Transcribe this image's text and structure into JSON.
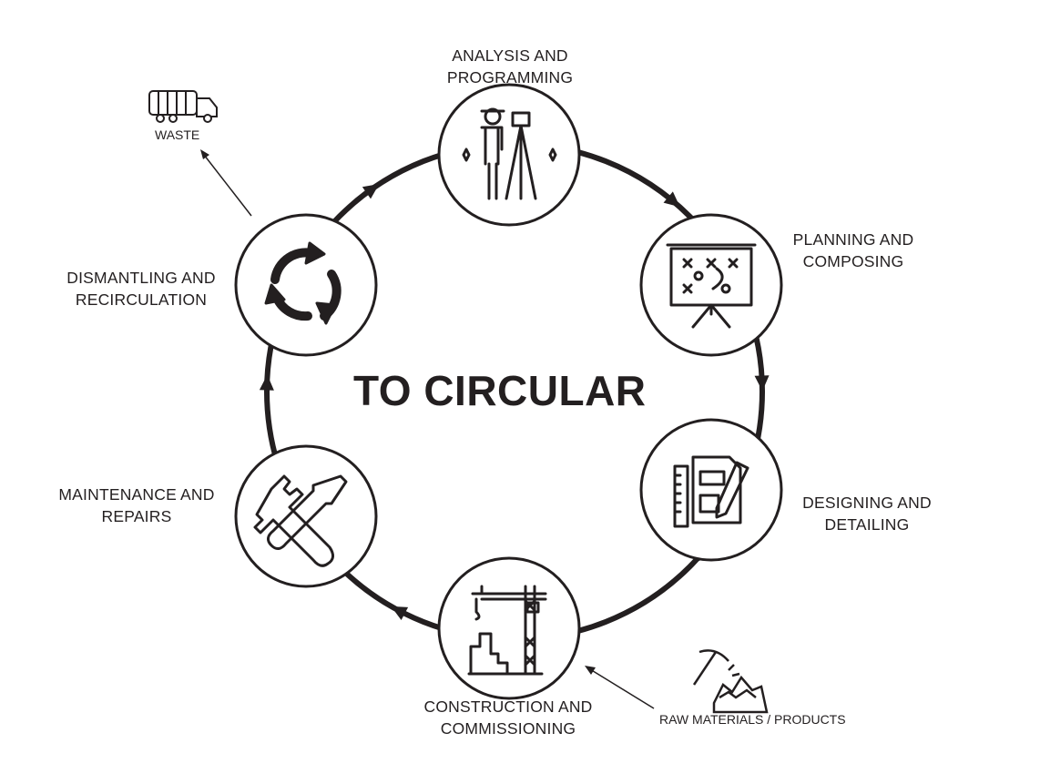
{
  "title": "TO CIRCULAR",
  "stages": [
    {
      "label_line1": "ANALYSIS AND",
      "label_line2": "PROGRAMMING",
      "icon": "surveyor-icon"
    },
    {
      "label_line1": "PLANNING AND",
      "label_line2": "COMPOSING",
      "icon": "strategy-board-icon"
    },
    {
      "label_line1": "DESIGNING AND",
      "label_line2": "DETAILING",
      "icon": "blueprint-icon"
    },
    {
      "label_line1": "CONSTRUCTION AND",
      "label_line2": "COMMISSIONING",
      "icon": "crane-icon"
    },
    {
      "label_line1": "MAINTENANCE AND",
      "label_line2": "REPAIRS",
      "icon": "tools-icon"
    },
    {
      "label_line1": "DISMANTLING AND",
      "label_line2": "RECIRCULATION",
      "icon": "recycle-icon"
    }
  ],
  "waste": {
    "label": "WASTE",
    "icon": "garbage-truck-icon"
  },
  "raw": {
    "label": "RAW MATERIALS / PRODUCTS",
    "icon": "pickaxe-mining-icon"
  },
  "colors": {
    "ink": "#231f20",
    "background": "#ffffff"
  }
}
